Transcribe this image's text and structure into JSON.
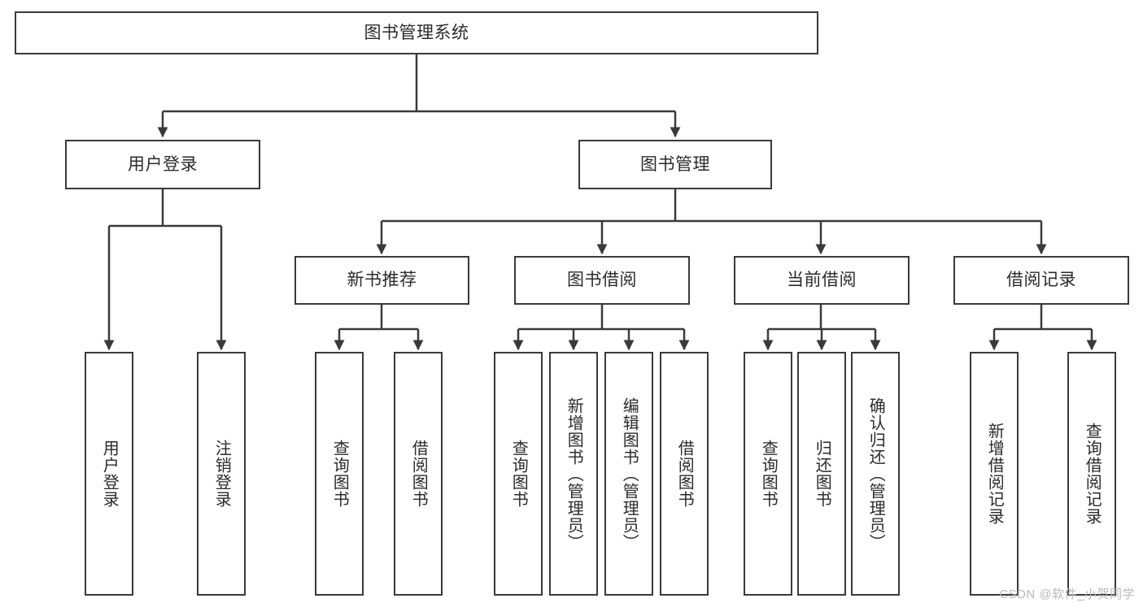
{
  "diagram": {
    "type": "tree",
    "title": "图书管理系统",
    "watermark": "CSDN @软件_小贺同学",
    "colors": {
      "stroke": "#3a3a3a",
      "text": "#2b2b2b",
      "background": "#ffffff",
      "watermark": "#b9b9b9"
    },
    "levels": {
      "root": "图书管理系统",
      "level2": [
        "用户登录",
        "图书管理"
      ],
      "level3": [
        "新书推荐",
        "图书借阅",
        "当前借阅",
        "借阅记录"
      ]
    },
    "nodes": {
      "root": {
        "label": "图书管理系统"
      },
      "user_login": {
        "label": "用户登录"
      },
      "book_manage": {
        "label": "图书管理"
      },
      "new_book_rec": {
        "label": "新书推荐"
      },
      "book_borrow": {
        "label": "图书借阅"
      },
      "current_borrow": {
        "label": "当前借阅"
      },
      "borrow_record": {
        "label": "借阅记录"
      },
      "leaf_user_login": {
        "label": "用户登录"
      },
      "leaf_user_logout": {
        "label": "注销登录"
      },
      "leaf_rec_query": {
        "label": "查询图书"
      },
      "leaf_rec_borrow": {
        "label": "借阅图书"
      },
      "leaf_borrow_query": {
        "label": "查询图书"
      },
      "leaf_borrow_add": {
        "label": "新增图书（管理员）"
      },
      "leaf_borrow_edit": {
        "label": "编辑图书（管理员）"
      },
      "leaf_borrow_lend": {
        "label": "借阅图书"
      },
      "leaf_cur_query": {
        "label": "查询图书"
      },
      "leaf_cur_return": {
        "label": "归还图书"
      },
      "leaf_cur_confirm": {
        "label": "确认归还（管理员）"
      },
      "leaf_rec_add": {
        "label": "新增借阅记录"
      },
      "leaf_rec_query2": {
        "label": "查询借阅记录"
      }
    },
    "edges": [
      {
        "from": "root",
        "to": "user_login"
      },
      {
        "from": "root",
        "to": "book_manage"
      },
      {
        "from": "user_login",
        "to": "leaf_user_login"
      },
      {
        "from": "user_login",
        "to": "leaf_user_logout"
      },
      {
        "from": "book_manage",
        "to": "new_book_rec"
      },
      {
        "from": "book_manage",
        "to": "book_borrow"
      },
      {
        "from": "book_manage",
        "to": "current_borrow"
      },
      {
        "from": "book_manage",
        "to": "borrow_record"
      },
      {
        "from": "new_book_rec",
        "to": "leaf_rec_query"
      },
      {
        "from": "new_book_rec",
        "to": "leaf_rec_borrow"
      },
      {
        "from": "book_borrow",
        "to": "leaf_borrow_query"
      },
      {
        "from": "book_borrow",
        "to": "leaf_borrow_add"
      },
      {
        "from": "book_borrow",
        "to": "leaf_borrow_edit"
      },
      {
        "from": "book_borrow",
        "to": "leaf_borrow_lend"
      },
      {
        "from": "current_borrow",
        "to": "leaf_cur_query"
      },
      {
        "from": "current_borrow",
        "to": "leaf_cur_return"
      },
      {
        "from": "current_borrow",
        "to": "leaf_cur_confirm"
      },
      {
        "from": "borrow_record",
        "to": "leaf_rec_add"
      },
      {
        "from": "borrow_record",
        "to": "leaf_rec_query2"
      }
    ]
  }
}
